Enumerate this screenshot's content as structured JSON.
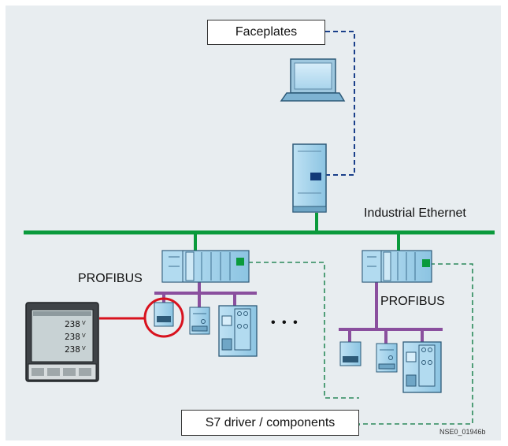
{
  "labels": {
    "faceplates": "Faceplates",
    "industrial_ethernet": "Industrial Ethernet",
    "profibus_left": "PROFIBUS",
    "profibus_right": "PROFIBUS",
    "s7_driver": "S7 driver / components",
    "ellipsis": "• • •",
    "doc_id": "NSE0_01946b"
  },
  "meter_readings": [
    "238",
    "238",
    "238"
  ],
  "meter_units": [
    "V",
    "V",
    "V"
  ],
  "colors": {
    "background": "#e8edf0",
    "ethernet_green": "#0a9a3c",
    "profibus_purple": "#8a4f9e",
    "dashed_teal": "#2a8a5a",
    "dashed_blue": "#1a3f8a",
    "highlight_red": "#d8121e",
    "device_blue": "#9fd0ea"
  },
  "icons": [
    "laptop-icon",
    "pc-tower-icon",
    "plc-icon",
    "power-meter-icon",
    "field-device-icon"
  ]
}
